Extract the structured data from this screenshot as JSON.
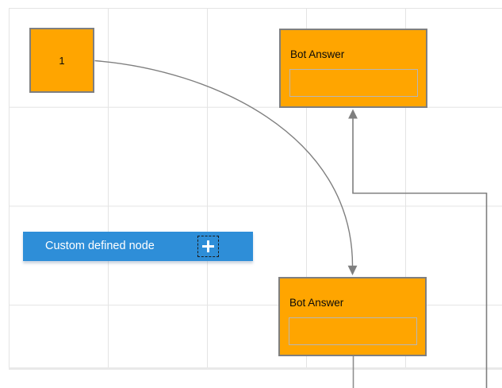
{
  "diagram": {
    "page": {
      "grid_line_color": "#e4e4e4",
      "grid_cell_width": 125,
      "grid_cell_height": 125,
      "background": "#ffffff"
    },
    "nodes": [
      {
        "id": "node-1",
        "label": "1",
        "fill": "#FFA500",
        "border_color": "#7f7f7f"
      },
      {
        "id": "bot-answer-top",
        "title": "Bot Answer",
        "fill": "#FFA500",
        "border_color": "#7f7f7f",
        "input_value": "",
        "input_placeholder": ""
      },
      {
        "id": "bot-answer-bottom",
        "title": "Bot Answer",
        "fill": "#FFA500",
        "border_color": "#7f7f7f",
        "input_value": "",
        "input_placeholder": ""
      },
      {
        "id": "custom-node",
        "label": "Custom defined node",
        "fill": "#2E8ED8",
        "text_color": "#ffffff",
        "icon": "plus-icon",
        "icon_glyph": "+"
      }
    ],
    "connectors": [
      {
        "id": "bezier-node1-to-bottom-bot",
        "type": "bezier",
        "color": "#7f7f7f",
        "arrow": "down"
      },
      {
        "id": "orthogonal-to-top-bot",
        "type": "orthogonal",
        "color": "#7f7f7f",
        "arrow": "up"
      },
      {
        "id": "stub-from-bottom-bot",
        "type": "straight",
        "color": "#8f8f8f",
        "arrow": "none"
      }
    ]
  }
}
